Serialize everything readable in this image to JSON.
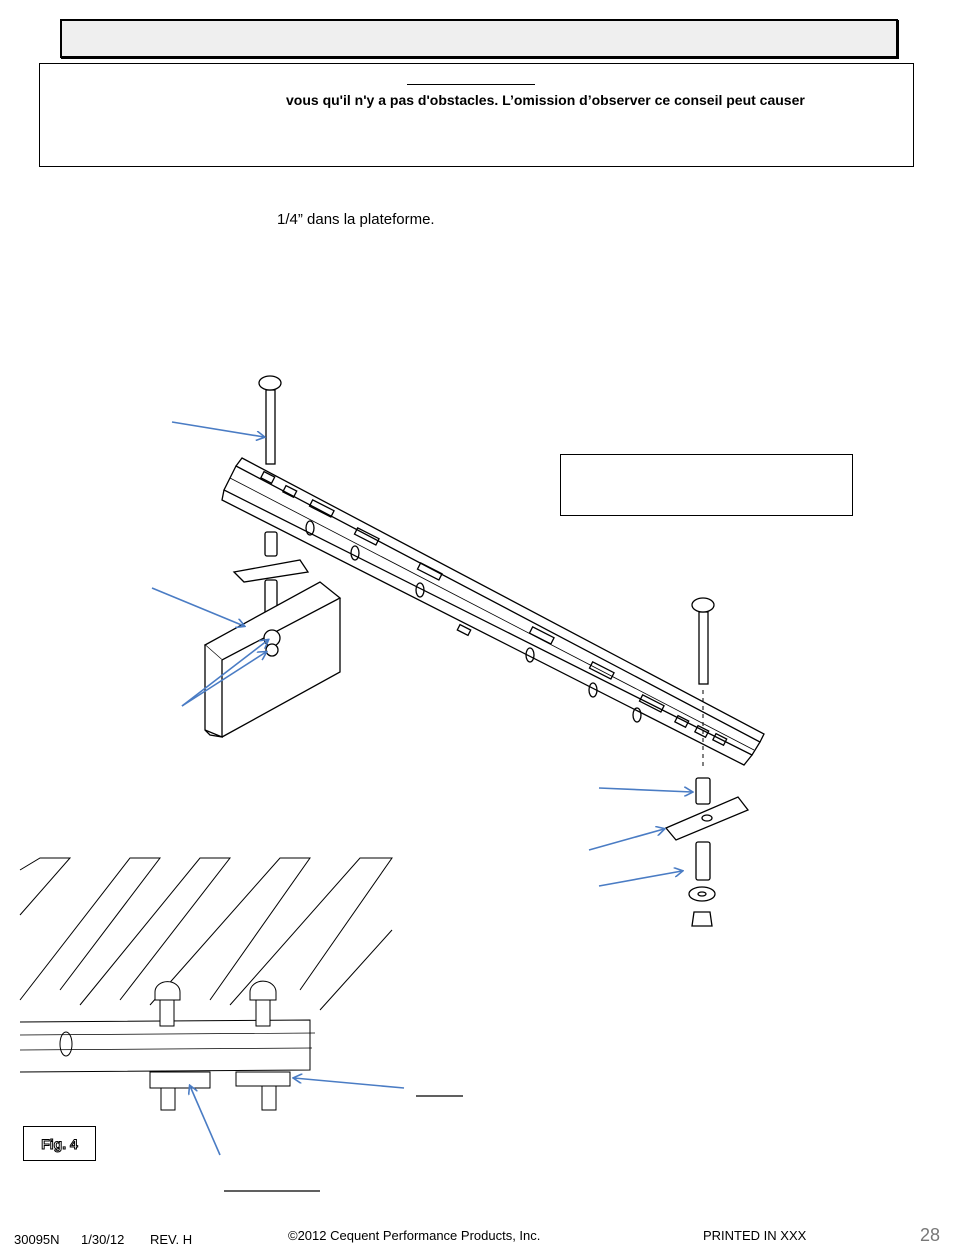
{
  "warning": {
    "text": "vous qu'il n'y a pas d'obstacles. L’omission d’observer ce conseil peut causer"
  },
  "step": {
    "text": "1/4” dans la plateforme."
  },
  "figure": {
    "label": "Fig. 4"
  },
  "footer": {
    "doc_number": "30095N",
    "date": "1/30/12",
    "revision": "REV. H",
    "copyright": "©2012 Cequent Performance Products, Inc.",
    "printed": "PRINTED IN XXX",
    "page": "28"
  },
  "colors": {
    "arrow": "#4a7cc4",
    "title_fill": "#efefef"
  }
}
